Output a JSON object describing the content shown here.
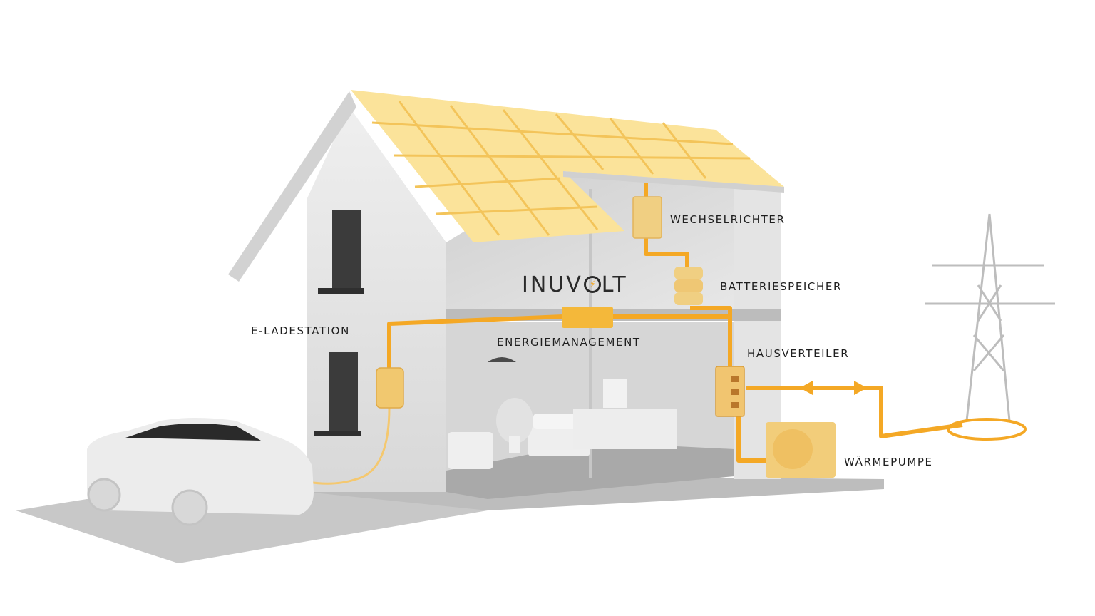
{
  "brand": {
    "prefix": "INUV",
    "suffix": "LT",
    "bolt": "⚡"
  },
  "labels": {
    "wechselrichter": "WECHSELRICHTER",
    "batteriespeicher": "BATTERIESPEICHER",
    "e_ladestation": "E-LADESTATION",
    "energiemanagement": "ENERGIEMANAGEMENT",
    "hausverteiler": "HAUSVERTEILER",
    "waermepumpe": "WÄRMEPUMPE"
  },
  "colors": {
    "energy_line": "#f4a825",
    "solar_panel": "#fbe39a",
    "solar_grid": "#f3c45a",
    "device": "#f0cf82",
    "wall": "#e6e6e6",
    "floor": "#c9c9c9"
  }
}
